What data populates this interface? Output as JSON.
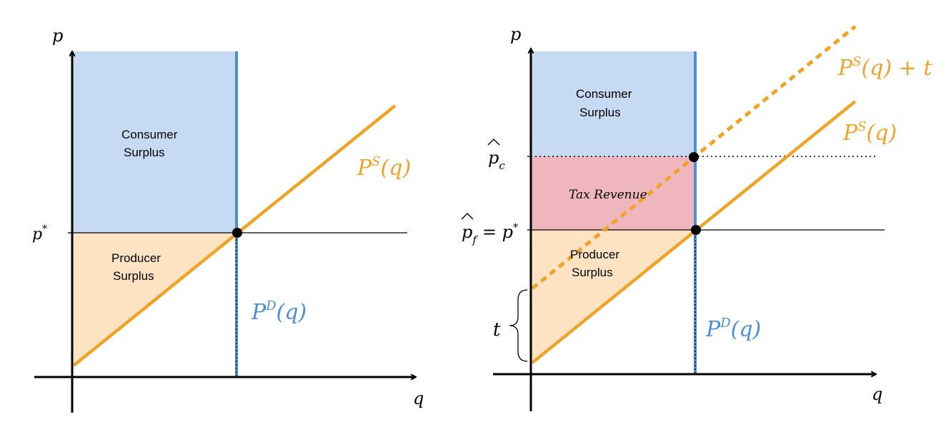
{
  "colors": {
    "consumer_surplus": "#c6dbf3",
    "producer_surplus": "#fde3c2",
    "tax_revenue": "#efb7bd",
    "supply": "#f0a427",
    "demand": "#4a90d9",
    "axis": "#000000"
  },
  "left_panel": {
    "y_axis_label": "p",
    "x_axis_label": "q",
    "price_label": "p",
    "price_label_sup": "*",
    "consumer_surplus": [
      "Consumer",
      "Surplus"
    ],
    "producer_surplus": [
      "Producer",
      "Surplus"
    ],
    "supply_label": {
      "base": "P",
      "sup": "S",
      "arg": "(q)"
    },
    "demand_label": {
      "base": "P",
      "sup": "D",
      "arg": "(q)"
    }
  },
  "right_panel": {
    "y_axis_label": "p",
    "x_axis_label": "q",
    "consumer_price_label": {
      "base": "p",
      "sub": "c"
    },
    "producer_price_label": {
      "base": "p",
      "sub": "f",
      "eq": "= p",
      "sup": "*"
    },
    "tax_label": "t",
    "consumer_surplus": [
      "Consumer",
      "Surplus"
    ],
    "producer_surplus": [
      "Producer",
      "Surplus"
    ],
    "tax_revenue": "Tax Revenue",
    "supply_label": {
      "base": "P",
      "sup": "S",
      "arg": "(q)"
    },
    "supply_tax_label": {
      "base": "P",
      "sup": "S",
      "arg": "(q) + t"
    },
    "demand_label": {
      "base": "P",
      "sup": "D",
      "arg": "(q)"
    }
  }
}
